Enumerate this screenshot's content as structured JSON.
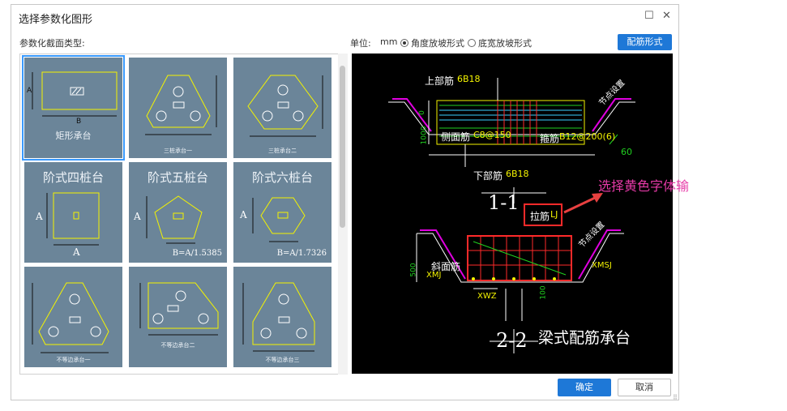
{
  "dialog": {
    "title": "选择参数化图形",
    "maximize_glyph": "☐",
    "close_glyph": "✕",
    "section_label": "参数化截面类型:",
    "unit_label": "单位:",
    "unit_value": "mm",
    "radio_options": [
      {
        "label": "角度放坡形式",
        "selected": true
      },
      {
        "label": "底宽放坡形式",
        "selected": false
      }
    ],
    "rebar_form_button": "配筋形式",
    "ok_button": "确定",
    "cancel_button": "取消"
  },
  "thumbnails": [
    {
      "name": "矩形承台",
      "label_A": "A",
      "label_B": "B",
      "selected": true
    },
    {
      "name": "三桩承台一"
    },
    {
      "name": "三桩承台二"
    },
    {
      "name": "阶式四桩台",
      "label_A": "A"
    },
    {
      "name": "阶式五桩台",
      "label_A": "A",
      "formula": "B=A/1.5385"
    },
    {
      "name": "阶式六桩台",
      "label_A": "A",
      "formula": "B=A/1.7326"
    },
    {
      "name": "不等边承台一"
    },
    {
      "name": "不等边承台二"
    },
    {
      "name": "不等边承台三"
    }
  ],
  "preview": {
    "top_rebar": "上部筋",
    "top_rebar_spec": "6B18",
    "side_rebar": "侧面筋",
    "side_rebar_spec": "C8@150",
    "stirrup": "箍筋",
    "stirrup_spec": "B12@200(6)",
    "bottom_rebar": "下部筋",
    "bottom_rebar_spec": "6B18",
    "angle": "60",
    "node_setting": "节点设置",
    "section_1": "1-1",
    "tie_bar": "拉筋",
    "tie_bar_spec": "LJ",
    "slope_rebar": "斜面筋",
    "slope_code_left": "XMJ",
    "slope_code_right": "XMSJ",
    "xwz": "XWZ",
    "dim_500": "500",
    "dim_100": "100",
    "dim_1000": "1000",
    "dim_0": "0",
    "section_2": "2-2",
    "caption": "梁式配筋承台",
    "colors": {
      "yellow": "#f4f400",
      "green": "#20d020",
      "red": "#ff2a2a",
      "magenta": "#e000e0",
      "cyan": "#3ad0ff",
      "white": "#ffffff"
    }
  },
  "annotation": {
    "text": "选择黄色字体输",
    "color": "#e63aa7"
  },
  "side_marker": "1"
}
